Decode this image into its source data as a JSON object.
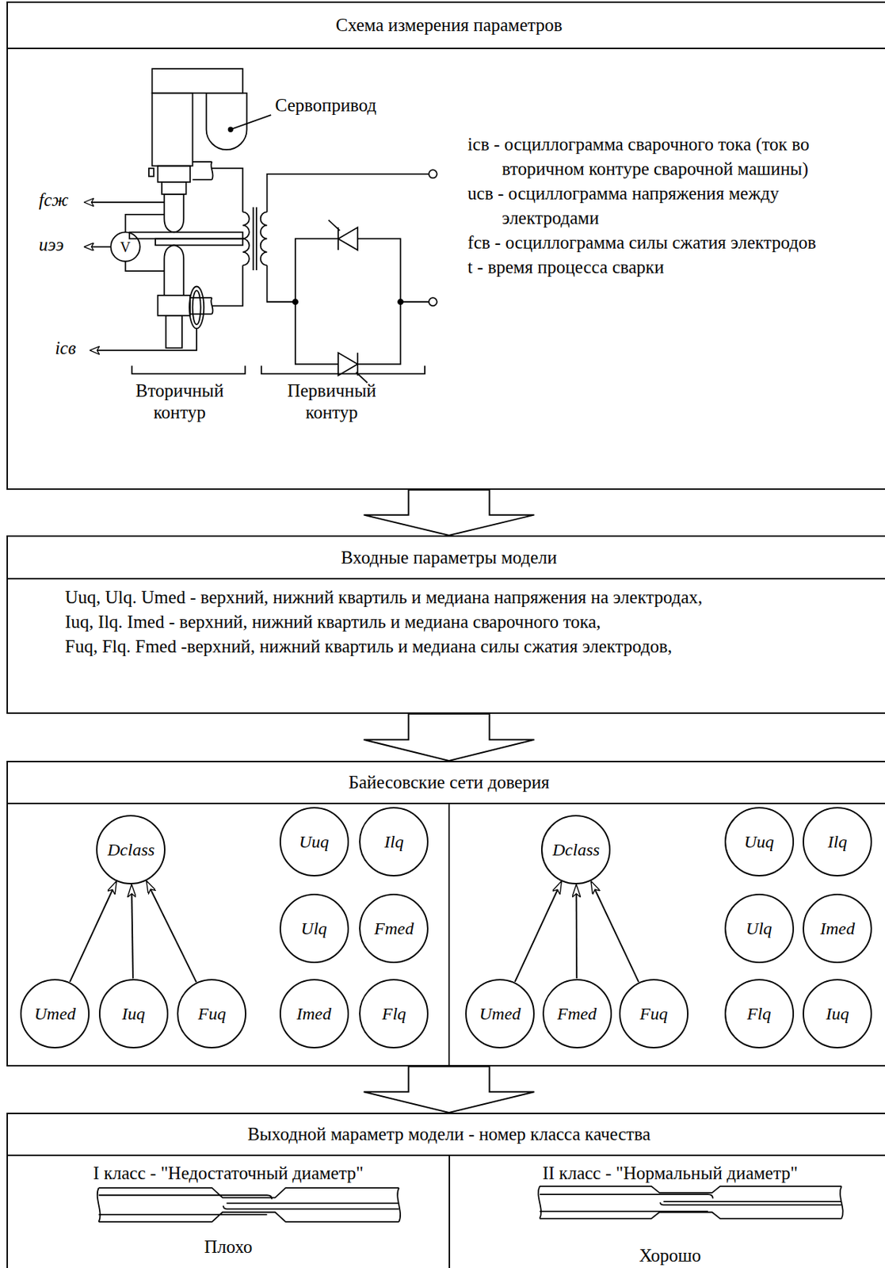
{
  "diagram": {
    "nodes": [
      {
        "text": [
          "Схема измерения параметров"
        ]
      },
      {
        "text": [
          "Входные параметры модели",
          "Uuq, Ulq. Umed - верхний, нижний квартиль и медиана напряжения на электродах,",
          "Iuq, Ilq. Imed - верхний, нижний квартиль и медиана сварочного тока,",
          "Fuq, Flq. Fmed -верхний, нижний квартиль и медиана силы сжатия электродов,"
        ]
      },
      {
        "text": [
          "Байесовские сети доверия"
        ]
      },
      {
        "text": [
          "Dclass"
        ],
        "in": 2
      },
      {
        "text": [
          "Umed"
        ],
        "in": 2
      },
      {
        "text": [
          "Iuq"
        ],
        "in": 2
      },
      {
        "text": [
          "Fuq"
        ],
        "in": 2
      },
      {
        "text": [
          "Uuq"
        ],
        "in": 2
      },
      {
        "text": [
          "Ilq"
        ],
        "in": 2
      },
      {
        "text": [
          "Ulq"
        ],
        "in": 2
      },
      {
        "text": [
          "Fmed"
        ],
        "in": 2
      },
      {
        "text": [
          "Imed"
        ],
        "in": 2
      },
      {
        "text": [
          "Flq"
        ],
        "in": 2
      },
      {
        "text": [
          "Dclass"
        ],
        "in": 2
      },
      {
        "text": [
          "Umed"
        ],
        "in": 2
      },
      {
        "text": [
          "Fmed"
        ],
        "in": 2
      },
      {
        "text": [
          "Fuq"
        ],
        "in": 2
      },
      {
        "text": [
          "Uuq"
        ],
        "in": 2
      },
      {
        "text": [
          "Ilq"
        ],
        "in": 2
      },
      {
        "text": [
          "Ulq"
        ],
        "in": 2
      },
      {
        "text": [
          "Imed"
        ],
        "in": 2
      },
      {
        "text": [
          "Flq"
        ],
        "in": 2
      },
      {
        "text": [
          "Iuq"
        ],
        "in": 2
      },
      {
        "text": [
          "Выходной мараметр модели - номер класса качества"
        ]
      },
      {
        "text": [
          "I класс - \"Недостаточный диаметр\"",
          "Плохо"
        ],
        "in": 23
      },
      {
        "text": [
          "II класс - \"Нормальный диаметр\"",
          "Хорошо"
        ],
        "in": 23
      }
    ],
    "edges": [
      {
        "from": 0,
        "to": 1,
        "arrow": "to"
      },
      {
        "from": 1,
        "to": 2,
        "arrow": "to"
      },
      {
        "from": 2,
        "to": 23,
        "arrow": "to"
      },
      {
        "from": 4,
        "to": 3,
        "arrow": "to"
      },
      {
        "from": 5,
        "to": 3,
        "arrow": "to"
      },
      {
        "from": 6,
        "to": 3,
        "arrow": "to"
      },
      {
        "from": 14,
        "to": 13,
        "arrow": "to"
      },
      {
        "from": 15,
        "to": 13,
        "arrow": "to"
      },
      {
        "from": 16,
        "to": 13,
        "arrow": "to"
      }
    ],
    "labels": [
      "Сервопривод",
      "fсж",
      "V",
      "uээ",
      "iсв",
      "Вторичный контур",
      "Первичный контур",
      "iсв - осциллограмма сварочного тока (ток во вторичном контуре сварочной машины)",
      "uсв - осциллограмма напряжения между электродами",
      "fсв - осциллограмма силы сжатия электродов",
      "t - время процесса сварки"
    ]
  }
}
